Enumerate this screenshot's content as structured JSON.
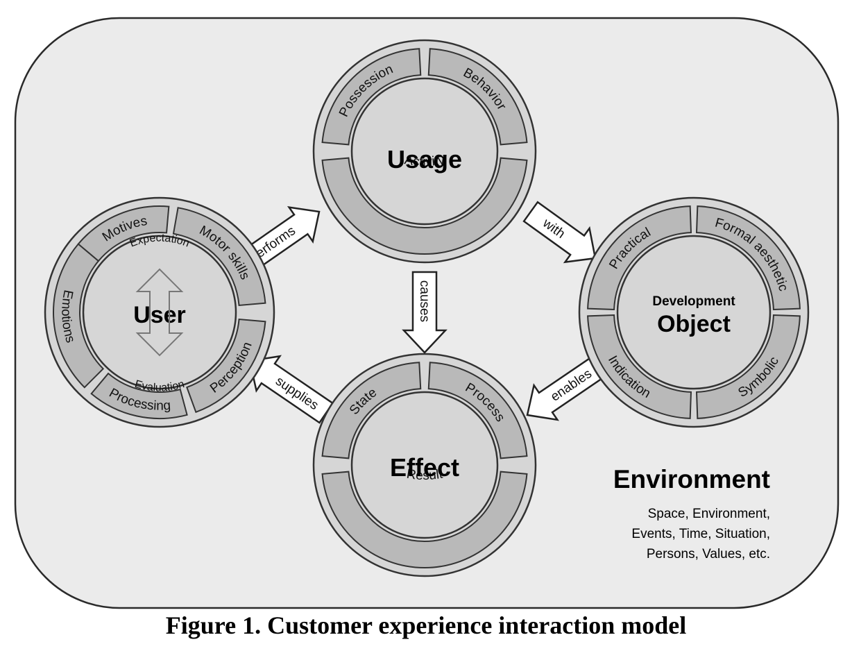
{
  "caption": "Figure 1. Customer experience interaction model",
  "colors": {
    "background_panel": "#ebebeb",
    "outer_ring": "#d6d6d6",
    "segment": "#b9b9b9",
    "inner_circle": "#d6d6d6",
    "stroke": "#333333"
  },
  "nodes": {
    "usage": {
      "title": "Usage",
      "segments": [
        "Possession",
        "Behavior",
        "Activity"
      ]
    },
    "user": {
      "title": "User",
      "segments": [
        "Motives",
        "Motor skills",
        "Perception",
        "Processing",
        "Emotions"
      ],
      "inner_top": "Expectation",
      "inner_bottom": "Evaluation"
    },
    "object": {
      "subtitle": "Development",
      "title": "Object",
      "segments": [
        "Practical",
        "Formal aesthetic",
        "Symbolic",
        "Indication"
      ]
    },
    "effect": {
      "title": "Effect",
      "segments": [
        "State",
        "Process",
        "Result"
      ]
    }
  },
  "arrows": {
    "performs": "performs",
    "with": "with",
    "causes": "causes",
    "enables": "enables",
    "supplies": "supplies"
  },
  "environment": {
    "title": "Environment",
    "lines": [
      "Space, Environment,",
      "Events, Time, Situation,",
      "Persons, Values, etc."
    ]
  }
}
